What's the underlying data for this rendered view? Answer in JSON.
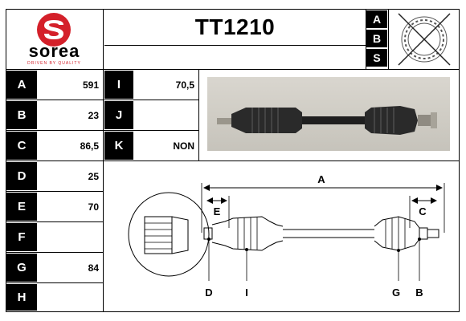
{
  "brand": {
    "name": "sorea",
    "tagline": "DRIVEN BY QUALITY",
    "color": "#d4202a"
  },
  "part": {
    "reference": "TT1210"
  },
  "abs_letters": [
    "A",
    "B",
    "S"
  ],
  "rows": [
    {
      "label": "A",
      "value": "591",
      "label2": "I",
      "value2": "70,5"
    },
    {
      "label": "B",
      "value": "23",
      "label2": "J",
      "value2": ""
    },
    {
      "label": "C",
      "value": "86,5",
      "label2": "K",
      "value2": "NON"
    },
    {
      "label": "D",
      "value": "25"
    },
    {
      "label": "E",
      "value": "70"
    },
    {
      "label": "F",
      "value": ""
    },
    {
      "label": "G",
      "value": "84"
    },
    {
      "label": "H",
      "value": ""
    }
  ],
  "diagram": {
    "labels": {
      "A": "A",
      "C": "C",
      "E": "E",
      "D": "D",
      "I": "I",
      "G": "G",
      "B": "B"
    }
  },
  "icons": {
    "abs_icon": "abs-ring-crossed-icon"
  }
}
